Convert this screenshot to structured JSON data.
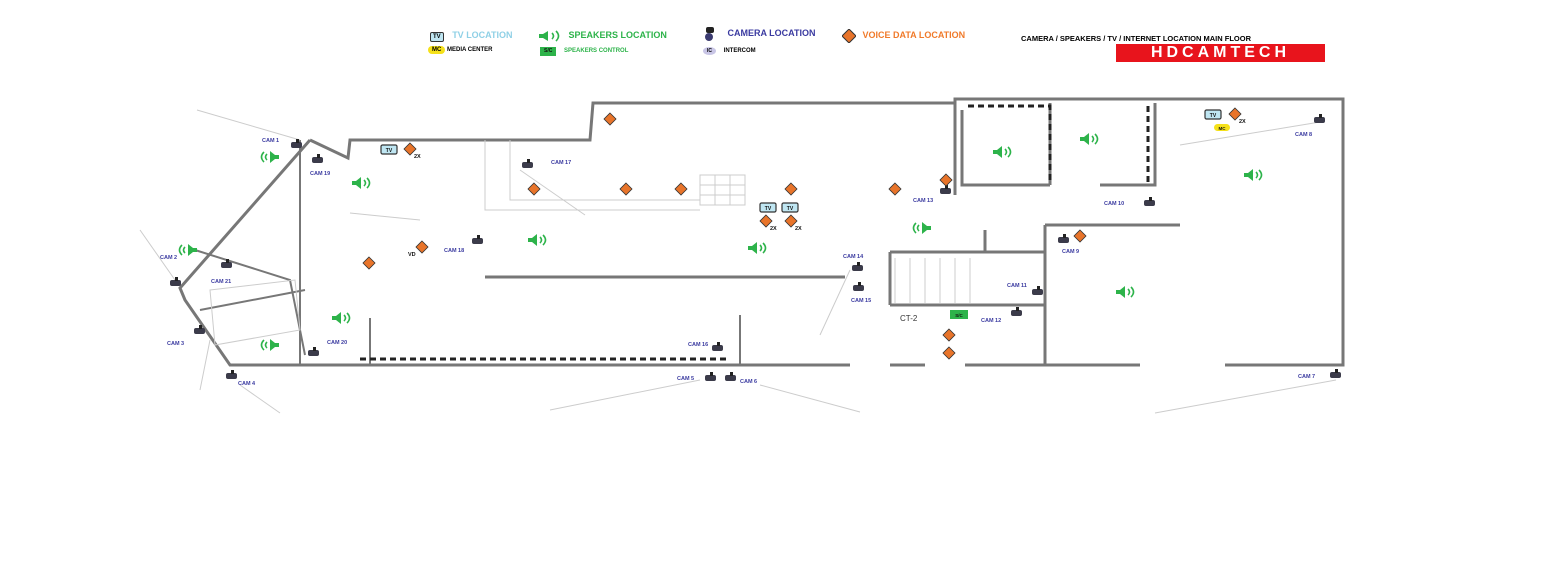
{
  "legend": {
    "tv": {
      "badge": "TV",
      "label": "TV LOCATION",
      "color": "#8fd0e6"
    },
    "speakers": {
      "label": "SPEAKERS LOCATION",
      "color": "#2db34a"
    },
    "camera": {
      "label": "CAMERA LOCATION",
      "color": "#3a3aa0"
    },
    "voice_data": {
      "label": "VOICE DATA LOCATION",
      "color": "#f07a2a"
    },
    "media_center": {
      "badge": "MC",
      "label": "MEDIA CENTER"
    },
    "speakers_control": {
      "badge": "S/C",
      "label": "SPEAKERS CONTROL"
    },
    "intercom": {
      "badge": "IC",
      "label": "INTERCOM"
    }
  },
  "header": {
    "title": "CAMERA / SPEAKERS / TV / INTERNET LOCATION MAIN FLOOR",
    "logo": "HDCAMTECH",
    "logo_color": "#e8141c"
  },
  "plan": {
    "cameras": [
      "CAM 1",
      "CAM 2",
      "CAM 3",
      "CAM 4",
      "CAM 5",
      "CAM 6",
      "CAM 7",
      "CAM 8",
      "CAM 9",
      "CAM 10",
      "CAM 11",
      "CAM 12",
      "CAM 13",
      "CAM 14",
      "CAM 15",
      "CAM 16",
      "CAM 17",
      "CAM 18",
      "CAM 19",
      "CAM 20",
      "CAM 21"
    ],
    "tv_badge": "TV",
    "mc_badge": "MC",
    "sc_badge": "S/C",
    "multiplier": "2X",
    "vd_label": "VD",
    "closet_label": "CT-2",
    "camera_color": "#3b3b4a",
    "label_color": "#3a3aa0",
    "speaker_color": "#2db34a",
    "vd_color": "#e8742a"
  }
}
